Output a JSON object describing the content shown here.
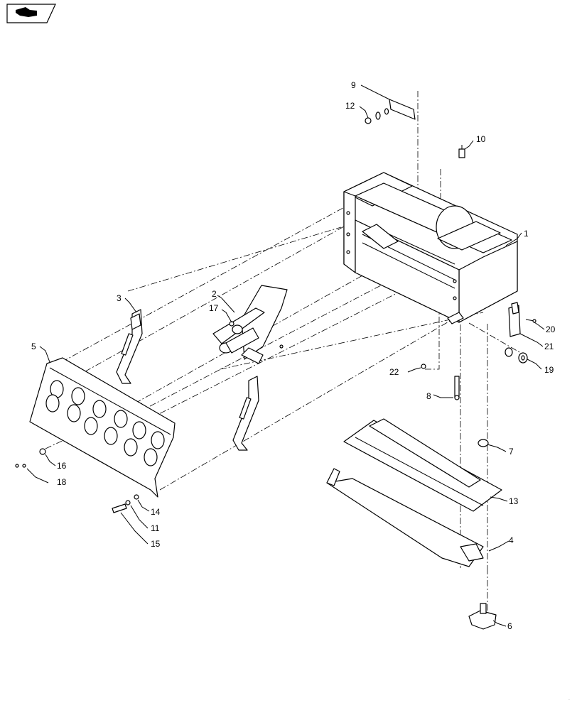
{
  "nav_icon": {
    "name": "page-navigation-icon"
  },
  "callouts": [
    {
      "id": "c1",
      "label": "1"
    },
    {
      "id": "c2",
      "label": "2"
    },
    {
      "id": "c3",
      "label": "3"
    },
    {
      "id": "c4",
      "label": "4"
    },
    {
      "id": "c5",
      "label": "5"
    },
    {
      "id": "c6",
      "label": "6"
    },
    {
      "id": "c7",
      "label": "7"
    },
    {
      "id": "c8",
      "label": "8"
    },
    {
      "id": "c9",
      "label": "9"
    },
    {
      "id": "c10",
      "label": "10"
    },
    {
      "id": "c11",
      "label": "11"
    },
    {
      "id": "c12",
      "label": "12"
    },
    {
      "id": "c13",
      "label": "13"
    },
    {
      "id": "c14",
      "label": "14"
    },
    {
      "id": "c15",
      "label": "15"
    },
    {
      "id": "c16",
      "label": "16"
    },
    {
      "id": "c17",
      "label": "17"
    },
    {
      "id": "c18",
      "label": "18"
    },
    {
      "id": "c19",
      "label": "19"
    },
    {
      "id": "c20",
      "label": "20"
    },
    {
      "id": "c21",
      "label": "21"
    },
    {
      "id": "c22",
      "label": "22"
    }
  ]
}
